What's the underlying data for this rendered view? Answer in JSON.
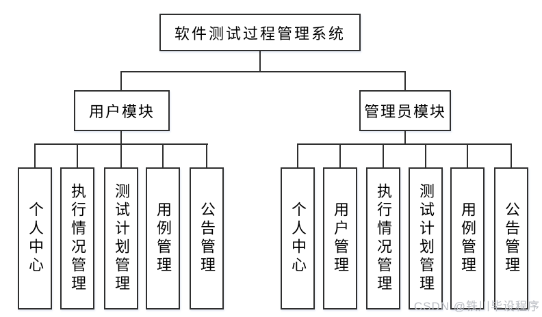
{
  "diagram": {
    "title_node": "软件测试过程管理系统",
    "modules": {
      "user": {
        "label": "用户模块",
        "children": [
          "个人中心",
          "执行情况管理",
          "测试计划管理",
          "用例管理",
          "公告管理"
        ]
      },
      "admin": {
        "label": "管理员模块",
        "children": [
          "个人中心",
          "用户管理",
          "执行情况管理",
          "测试计划管理",
          "用例管理",
          "公告管理"
        ]
      }
    }
  },
  "watermark": {
    "text": "CSDN @铁川毕设程序",
    "color": "#b9bcc2"
  },
  "colors": {
    "connector_line": "#2e2e2e",
    "node_border": "#2e2e2e",
    "node_fill": "#ffffff",
    "text": "#000000",
    "background": "#ffffff"
  }
}
